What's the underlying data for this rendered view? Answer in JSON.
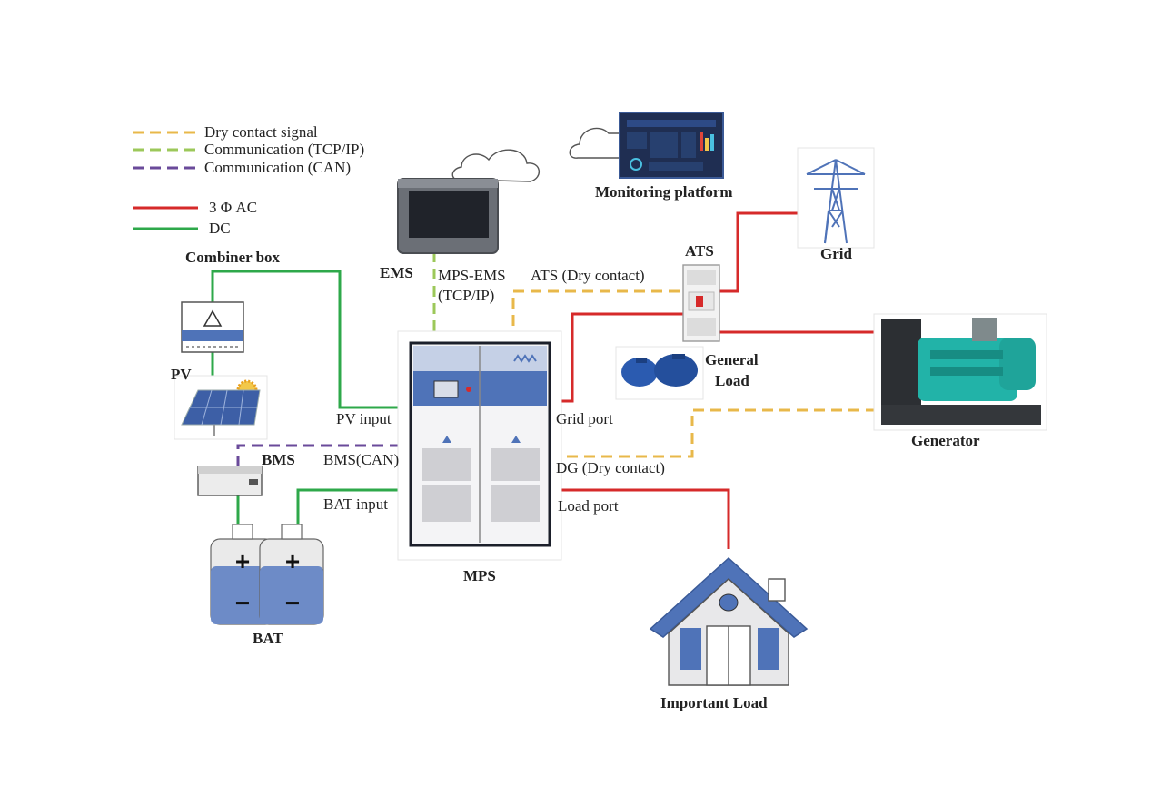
{
  "legend": [
    {
      "label": "Dry contact signal",
      "color": "#e8b84a",
      "style": "dashed"
    },
    {
      "label": "Communication (TCP/IP)",
      "color": "#9cc85a",
      "style": "dashed"
    },
    {
      "label": "Communication (CAN)",
      "color": "#6a4a9a",
      "style": "dashed"
    },
    {
      "label": "3 Φ AC",
      "color": "#d62a2a",
      "style": "solid"
    },
    {
      "label": "DC",
      "color": "#2ea84a",
      "style": "solid"
    }
  ],
  "components": {
    "monitoring_platform": "Monitoring platform",
    "ems": "EMS",
    "combiner_box": "Combiner box",
    "pv": "PV",
    "bms": "BMS",
    "bat": "BAT",
    "mps": "MPS",
    "ats": "ATS",
    "grid": "Grid",
    "general_load_line1": "General",
    "general_load_line2": "Load",
    "generator": "Generator",
    "important_load": "Important Load"
  },
  "ports": {
    "mps_ems_line1": "MPS-EMS",
    "mps_ems_line2": "(TCP/IP)",
    "ats_dry_contact": "ATS (Dry contact)",
    "pv_input": "PV input",
    "bms_can": "BMS(CAN)",
    "bat_input": "BAT input",
    "grid_port": "Grid port",
    "dg_dry_contact": "DG (Dry contact)",
    "load_port": "Load port"
  },
  "battery_symbols": {
    "plus": "+",
    "minus": "−"
  },
  "colors": {
    "dry_contact": "#e8b84a",
    "tcp_ip": "#9cc85a",
    "can": "#6a4a9a",
    "ac": "#d62a2a",
    "dc": "#2ea84a",
    "device_blue": "#4f73b8",
    "device_grey": "#c9c9c9"
  }
}
